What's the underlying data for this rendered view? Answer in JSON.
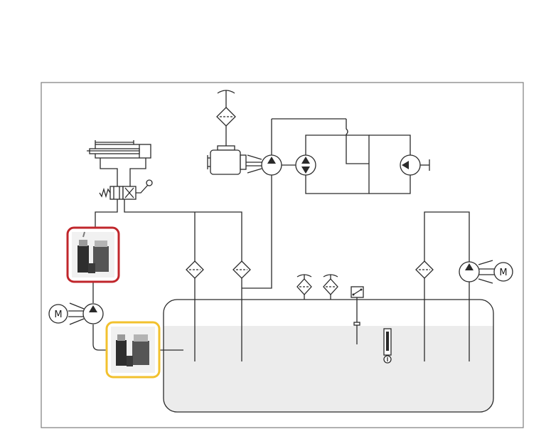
{
  "diagram": {
    "motor_label": "M",
    "highlights": [
      {
        "name": "pressure-filter-unit",
        "color": "#c0262b"
      },
      {
        "name": "return-filter-unit",
        "color": "#f2c12e"
      }
    ],
    "tank_fill_color": "#ececec",
    "frame_color": "#7d7d7d"
  }
}
